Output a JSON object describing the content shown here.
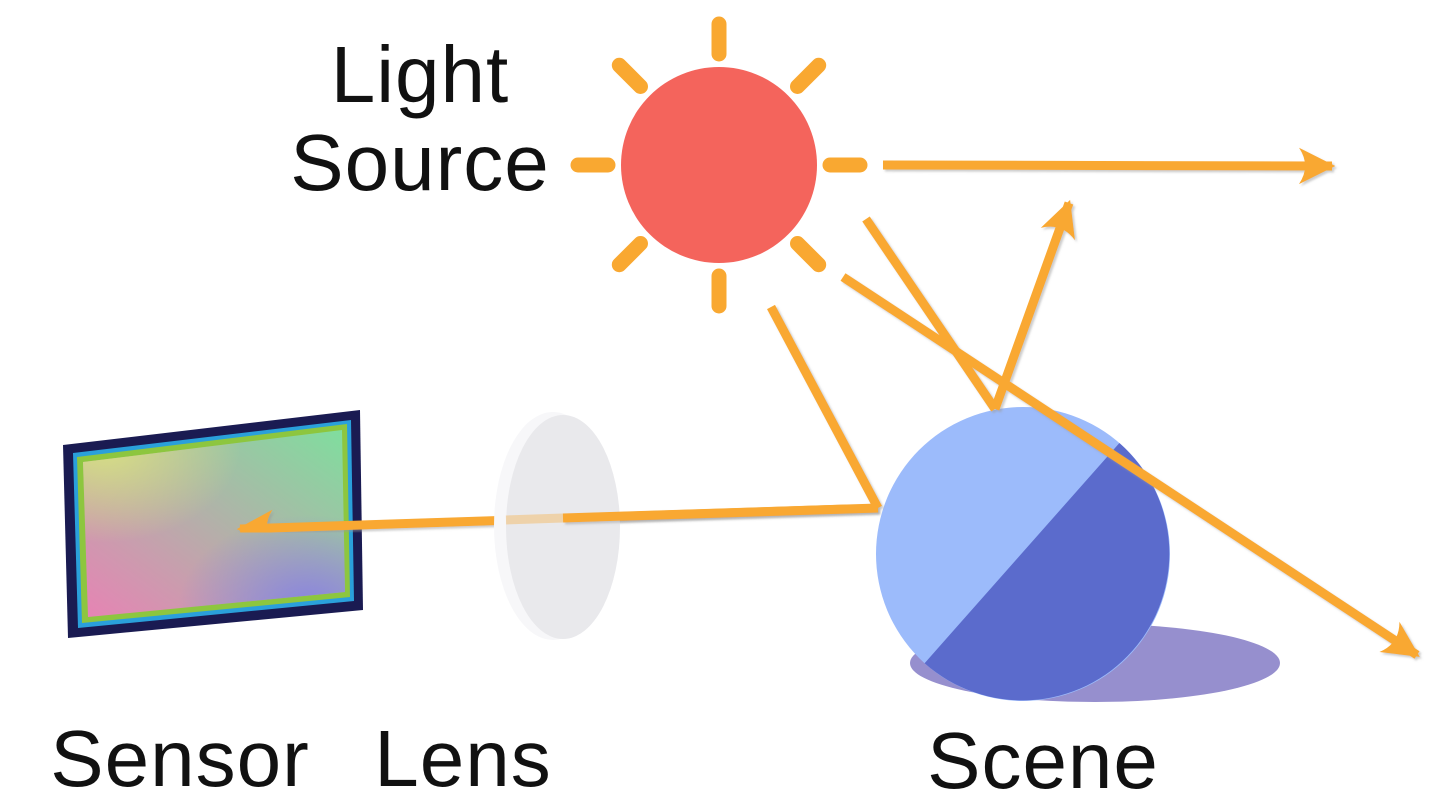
{
  "diagram": {
    "type": "imaging-pipeline-diagram",
    "labels": {
      "light_source_line1": "Light",
      "light_source_line2": "Source",
      "sensor": "Sensor",
      "lens": "Lens",
      "scene": "Scene"
    },
    "colors": {
      "background": "#ffffff",
      "text": "#111111",
      "sun": "#f4645c",
      "ray": "#f9a831",
      "ray_shadow": "#9a9a9a",
      "sphere_light": "#9cbbfb",
      "sphere_dark": "#5b6bcc",
      "sphere_shadow": "#968fce",
      "lens_body": "#e9e9ec",
      "lens_highlight": "#f7f7f9",
      "sensor_frame_outer": "#1a1b52",
      "sensor_frame_mid": "#2aa0db",
      "sensor_frame_inner": "#8dc63f",
      "sensor_gradient_tl": "#d8e082",
      "sensor_gradient_tr": "#7fde9e",
      "sensor_gradient_bl": "#e783b4",
      "sensor_gradient_br": "#8784e0"
    }
  }
}
